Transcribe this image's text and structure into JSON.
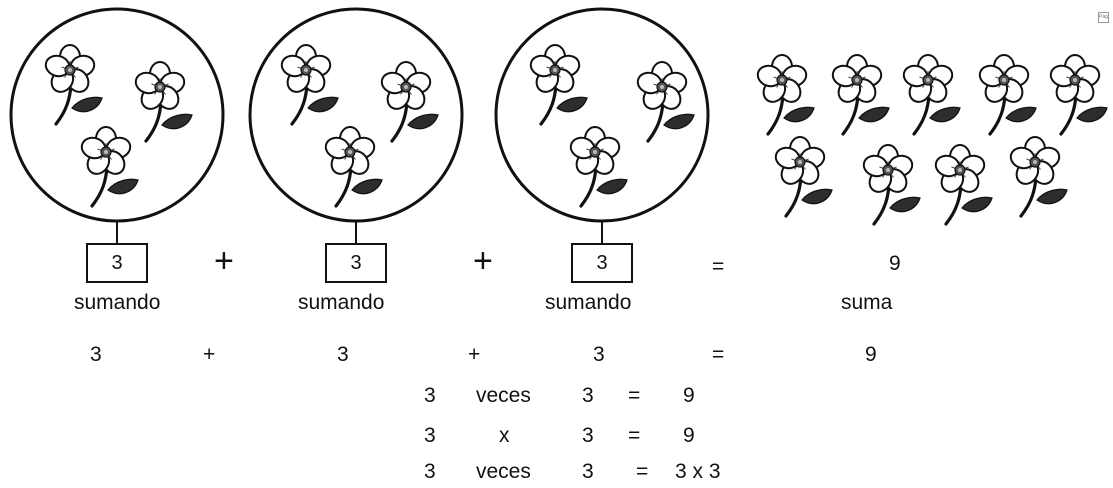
{
  "corner_label": "Pág",
  "groups": [
    {
      "box_value": "3",
      "label": "sumando"
    },
    {
      "box_value": "3",
      "label": "sumando"
    },
    {
      "box_value": "3",
      "label": "sumando"
    }
  ],
  "result": {
    "value": "9",
    "label": "suma"
  },
  "top_equation": {
    "plus": "+",
    "equals": "="
  },
  "addition_row": [
    "3",
    "+",
    "3",
    "+",
    "3",
    "=",
    "9"
  ],
  "statements": [
    [
      "3",
      "veces",
      "3",
      "=",
      "9"
    ],
    [
      "3",
      "x",
      "3",
      "=",
      "9"
    ],
    [
      "3",
      "veces",
      "3",
      "=",
      "3 x 3"
    ]
  ],
  "flowers_in_each_group": 3,
  "total_flowers": 9
}
